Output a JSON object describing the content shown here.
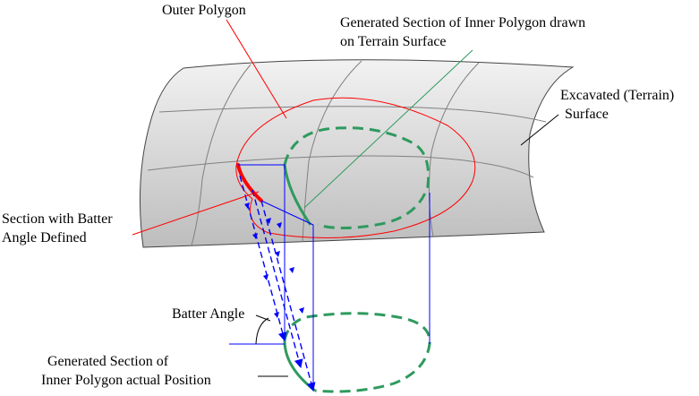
{
  "labels": {
    "outer_polygon": "Outer Polygon",
    "generated_section_surface_line1": "Generated Section of Inner Polygon drawn",
    "generated_section_surface_line2": "on Terrain Surface",
    "excavated_surface_line1": "Excavated (Terrain)",
    "excavated_surface_line2": "Surface",
    "section_batter_line1": "Section with Batter",
    "section_batter_line2": "Angle Defined",
    "batter_angle": "Batter Angle",
    "generated_section_actual_line1": "Generated Section of",
    "generated_section_actual_line2": "Inner Polygon actual Position"
  },
  "colors": {
    "outer_polygon": "#ff0000",
    "inner_polygon": "#2e9a5e",
    "construction_lines": "#0000ff",
    "leader_green": "#2e9a5e",
    "terrain_top": "#f2f2f2",
    "terrain_bottom": "#bdbdbd",
    "terrain_grid": "#808080",
    "text": "#000000"
  }
}
